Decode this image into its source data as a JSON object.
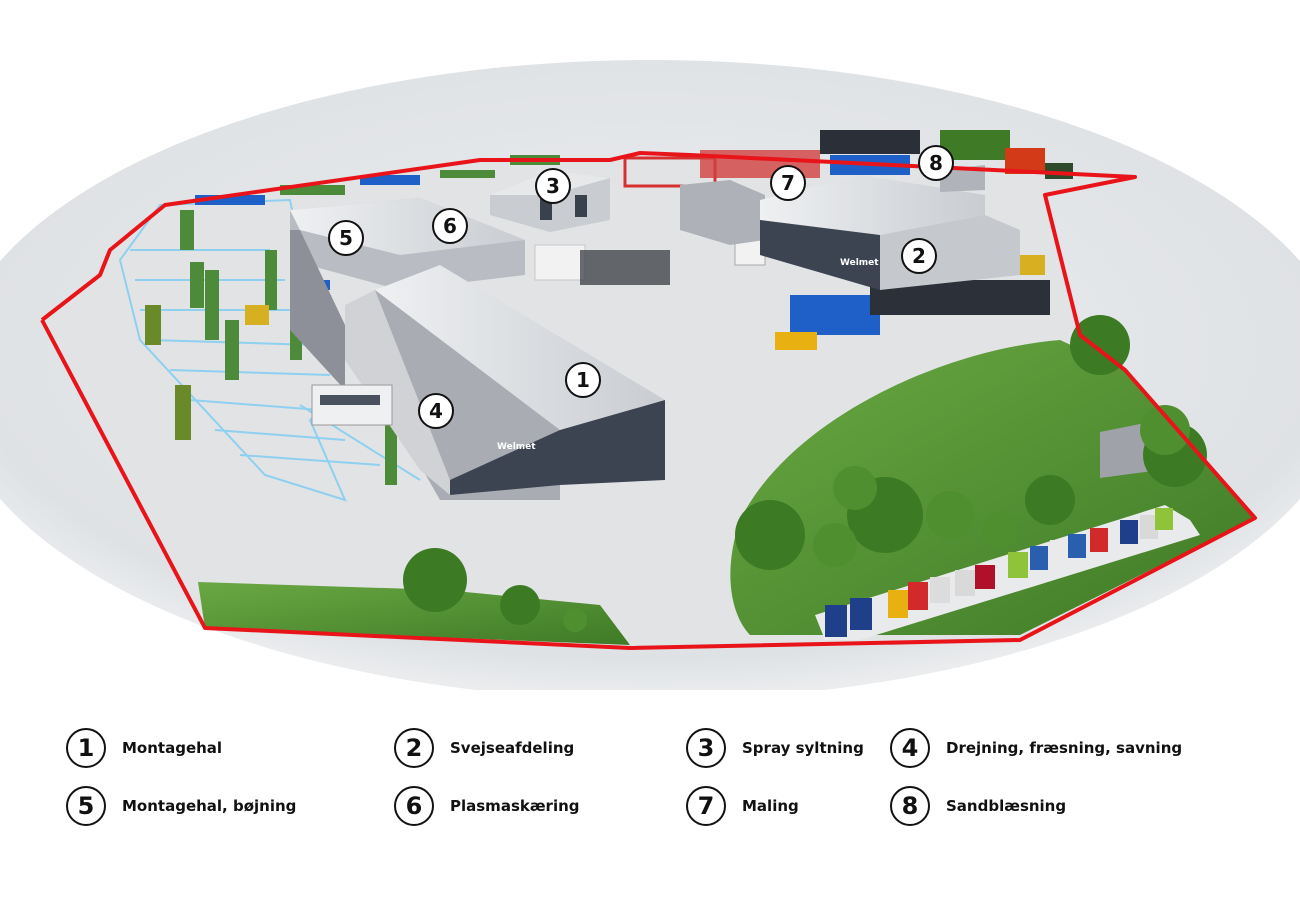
{
  "markers": [
    "1",
    "2",
    "3",
    "4",
    "5",
    "6",
    "7",
    "8"
  ],
  "building_brand": "Welmet",
  "legend": [
    {
      "num": "1",
      "label": "Montagehal"
    },
    {
      "num": "2",
      "label": "Svejseafdeling"
    },
    {
      "num": "3",
      "label": "Spray syltning"
    },
    {
      "num": "4",
      "label": "Drejning, fræsning, savning"
    },
    {
      "num": "5",
      "label": "Montagehal, bøjning"
    },
    {
      "num": "6",
      "label": "Plasmaskæring"
    },
    {
      "num": "7",
      "label": "Maling"
    },
    {
      "num": "8",
      "label": "Sandblæsning"
    }
  ],
  "colors": {
    "boundary": "#e8141a",
    "ground": "#e4e6e8",
    "grass": "#5e9e3a",
    "roof": "#d8dadd",
    "wall": "#3c4452",
    "storage_lines": "#8fd0f0",
    "rack_blue": "#1f5fc8",
    "rack_green": "#4d8a3a"
  }
}
